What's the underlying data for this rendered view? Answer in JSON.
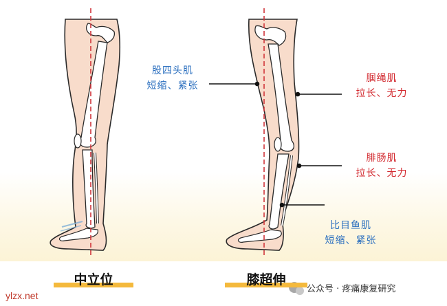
{
  "left_figure": {
    "caption": "中立位"
  },
  "right_figure": {
    "caption": "膝超伸"
  },
  "labels": {
    "quadriceps": {
      "name": "股四头肌",
      "state": "短缩、紧张"
    },
    "popliteus": {
      "name": "腘绳肌",
      "state": "拉长、无力"
    },
    "gastrocnemius": {
      "name": "腓肠肌",
      "state": "拉长、无力"
    },
    "soleus": {
      "name": "比目鱼肌",
      "state": "短缩、紧张"
    }
  },
  "watermark": {
    "text": "公众号 · 疼痛康复研究"
  },
  "site": {
    "text": "ylzx.net"
  },
  "colors": {
    "blue": "#2b6fbf",
    "red": "#d2282e",
    "skin": "#f8dccb",
    "outline": "#2a2a2a",
    "bone": "#ffffff",
    "dash": "#d0343a",
    "bar": "#f4b93c",
    "floor": "#fcf6e2"
  }
}
